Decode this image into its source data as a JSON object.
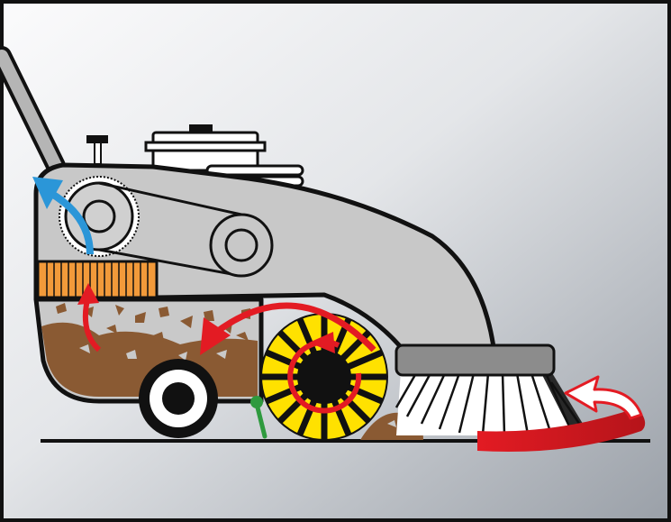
{
  "diagram": {
    "colors": {
      "frame": "#111111",
      "background_light": "#f6f7f9",
      "background_dark": "#9aa0a8",
      "body_gray": "#c8c8c8",
      "dirt_brown": "#8a5a33",
      "filter_orange": "#f29a3a",
      "flow_red": "#e31b23",
      "exhaust_blue": "#2b96d8",
      "brush_yellow": "#ffe100",
      "flap_green": "#2e9a3e"
    },
    "icons": [
      "sweeper-housing",
      "handle",
      "engine-block",
      "fan-wheel",
      "pulley",
      "drive-belt",
      "filter-panel",
      "dirt-hopper",
      "rear-wheel",
      "main-brush",
      "side-brush",
      "floor-line",
      "airflow-arrow",
      "dirt-flow-arrow",
      "side-brush-rotation-arrow"
    ]
  }
}
